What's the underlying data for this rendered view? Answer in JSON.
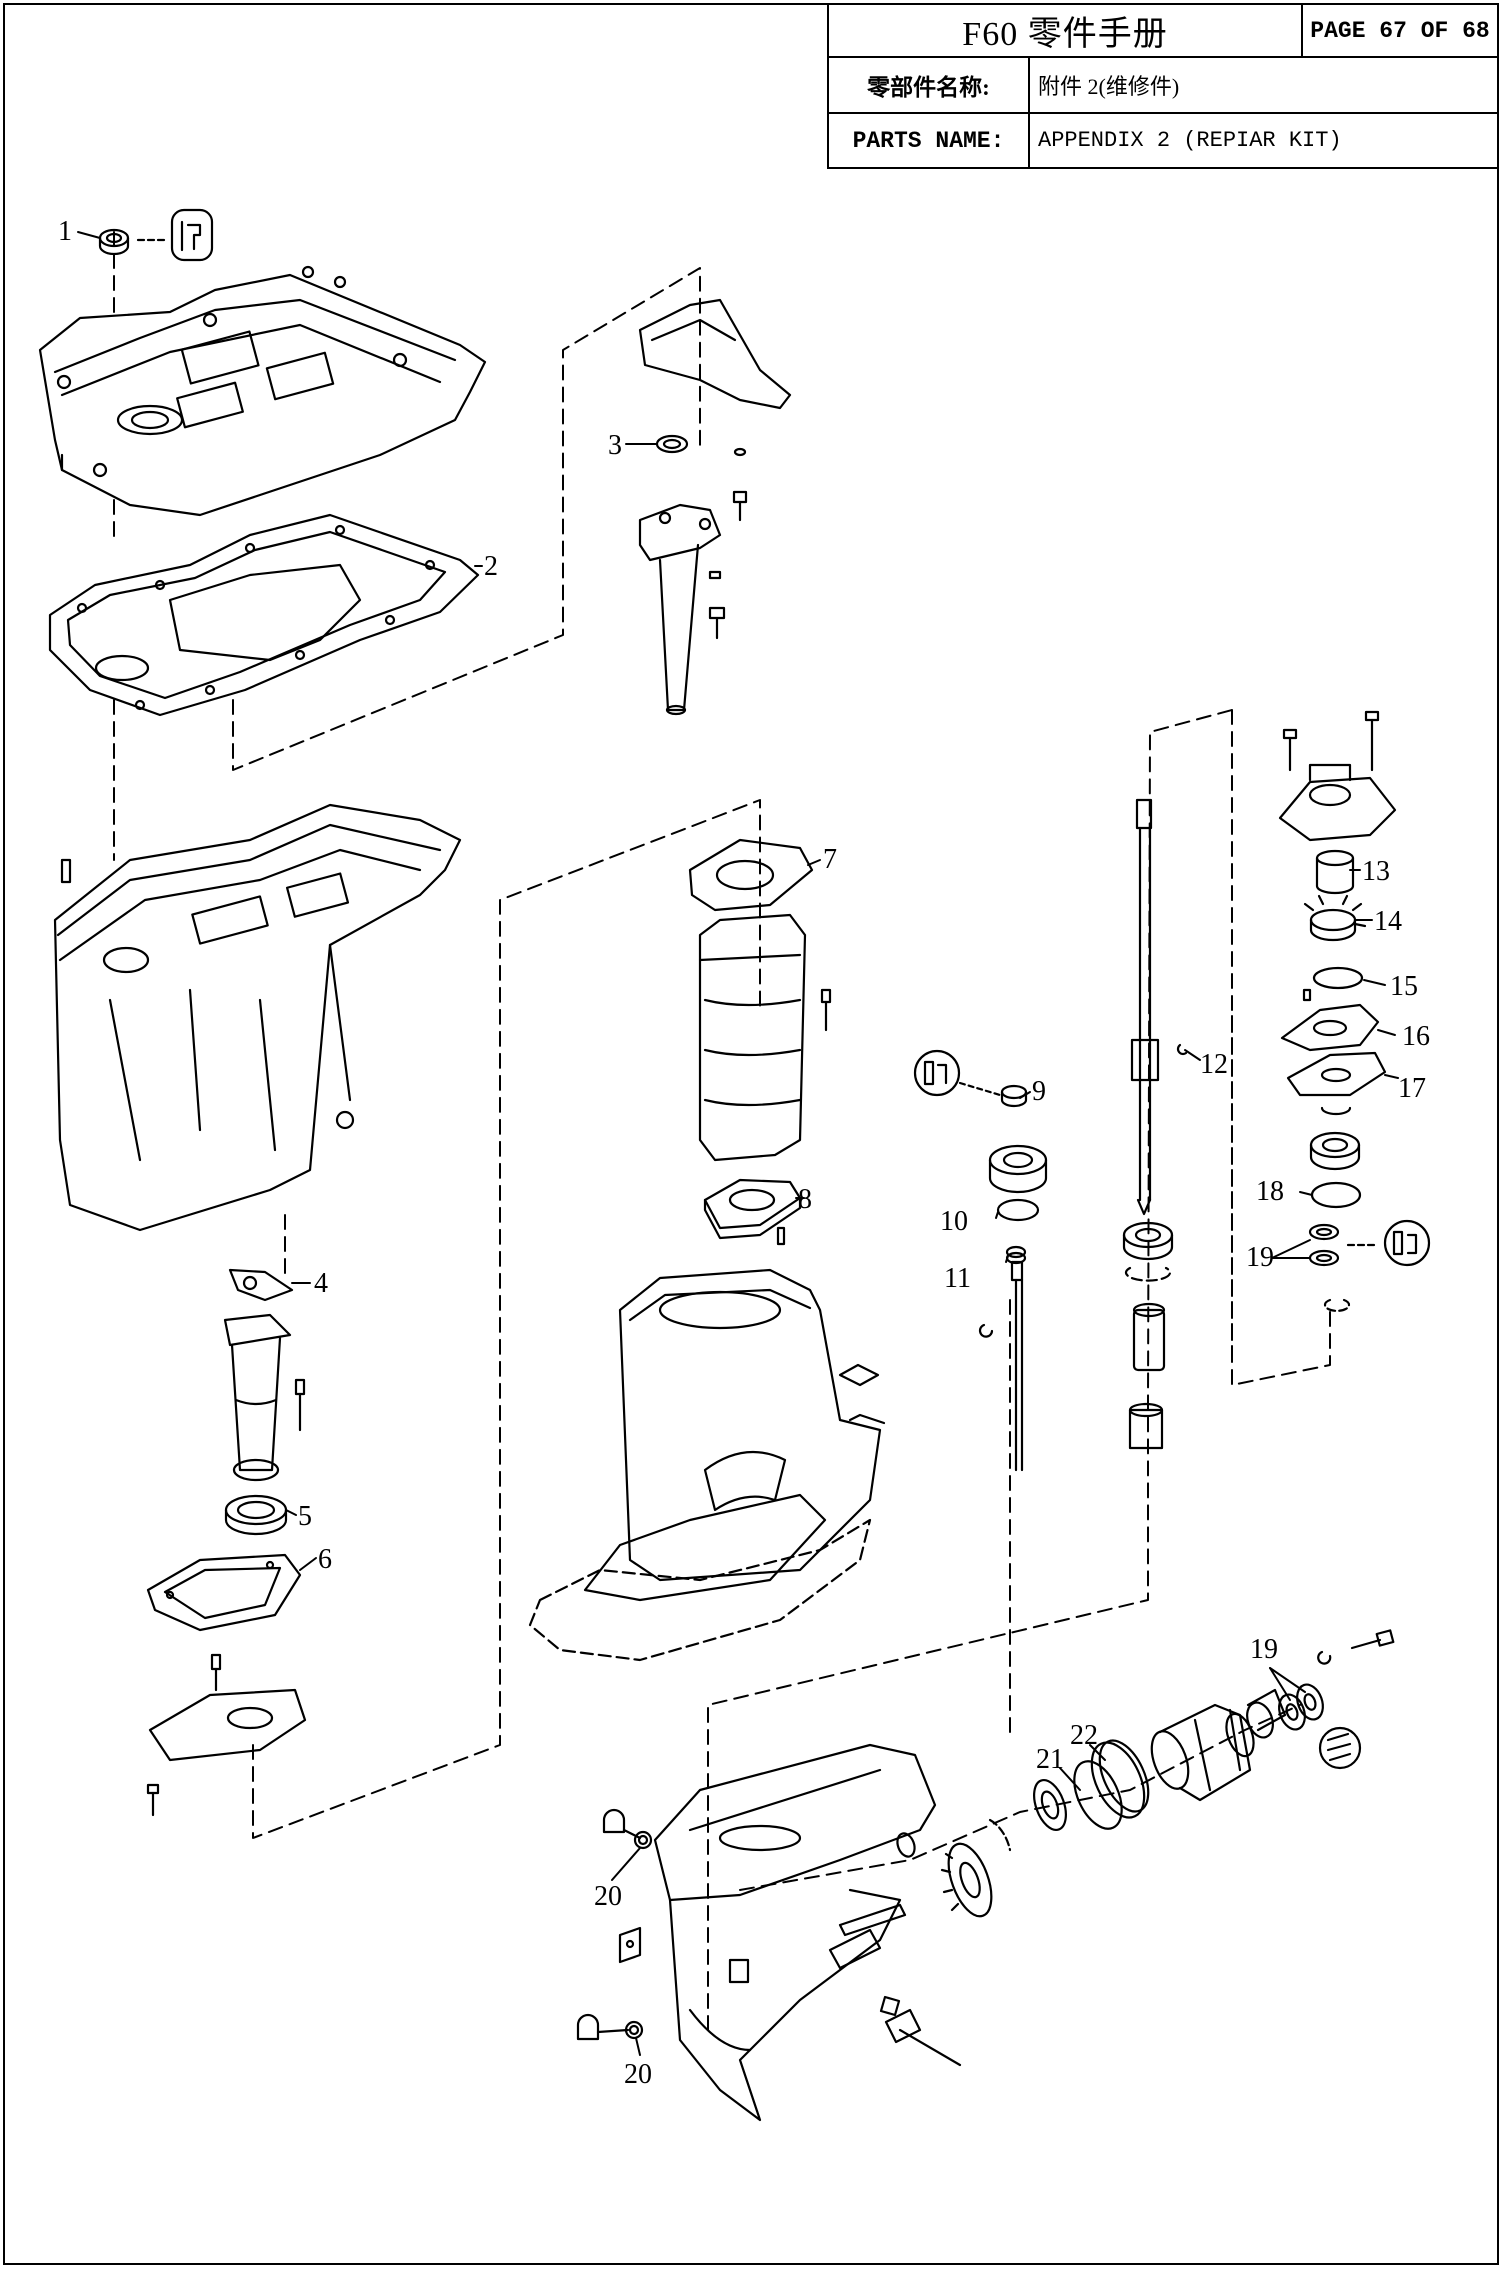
{
  "header": {
    "title": "F60 零件手册",
    "page": "PAGE 67 OF 68",
    "name_cn_label": "零部件名称:",
    "name_cn_value": "附件 2(维修件)",
    "name_en_label": "PARTS NAME:",
    "name_en_value": "APPENDIX 2 (REPIAR KIT)"
  },
  "callouts": [
    {
      "id": "c1",
      "label": "1"
    },
    {
      "id": "c2",
      "label": "2"
    },
    {
      "id": "c3",
      "label": "3"
    },
    {
      "id": "c4",
      "label": "4"
    },
    {
      "id": "c5",
      "label": "5"
    },
    {
      "id": "c6",
      "label": "6"
    },
    {
      "id": "c7",
      "label": "7"
    },
    {
      "id": "c8",
      "label": "8"
    },
    {
      "id": "c9",
      "label": "9"
    },
    {
      "id": "c10",
      "label": "10"
    },
    {
      "id": "c11",
      "label": "11"
    },
    {
      "id": "c12",
      "label": "12"
    },
    {
      "id": "c13",
      "label": "13"
    },
    {
      "id": "c14",
      "label": "14"
    },
    {
      "id": "c15",
      "label": "15"
    },
    {
      "id": "c16",
      "label": "16"
    },
    {
      "id": "c17",
      "label": "17"
    },
    {
      "id": "c18",
      "label": "18"
    },
    {
      "id": "c19a",
      "label": "19"
    },
    {
      "id": "c19b",
      "label": "19"
    },
    {
      "id": "c20a",
      "label": "20"
    },
    {
      "id": "c20b",
      "label": "20"
    },
    {
      "id": "c21",
      "label": "21"
    },
    {
      "id": "c22",
      "label": "22"
    }
  ]
}
